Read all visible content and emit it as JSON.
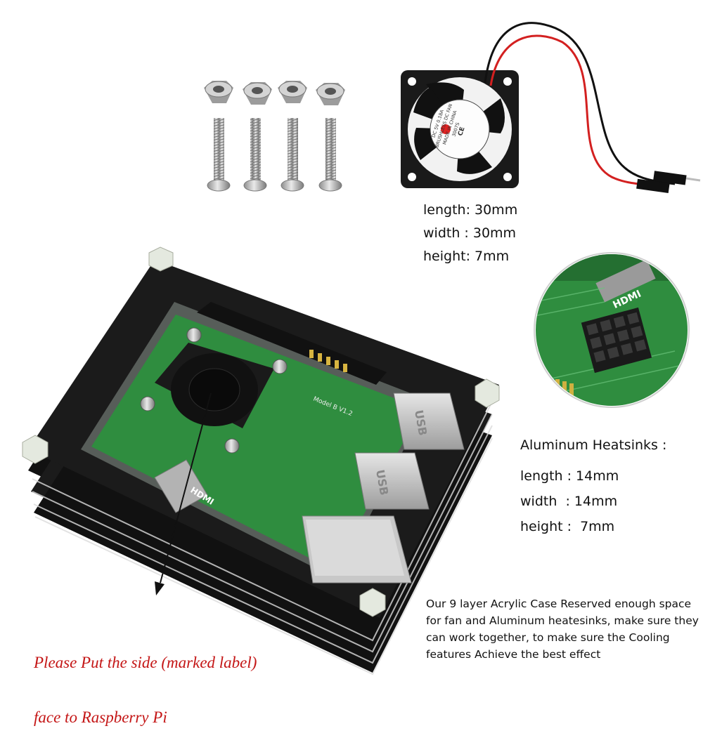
{
  "fan_label": {
    "lines": [
      "DC 5V 0.18A",
      "BRUSHLESS DC FAN",
      "MADE IN CHINA",
      "3007S",
      "CE"
    ]
  },
  "fan_specs": {
    "length": "length: 30mm",
    "width": "width : 30mm",
    "height": "height: 7mm"
  },
  "heatsink_specs": {
    "title": "Aluminum Heatsinks :",
    "length": "length : 14mm",
    "width": "width  : 14mm",
    "height": "height :  7mm"
  },
  "board_labels": {
    "hdmi": "HDMI",
    "usb1": "USB",
    "usb2": "USB",
    "model": "Model B V1.2"
  },
  "description": {
    "line1": "Our 9 layer  Acrylic Case Reserved enough space",
    "line2": "for fan and Aluminum heatesinks, make sure they",
    "line3": "can work together, to make sure the Cooling",
    "line4": "features  Achieve the best effect"
  },
  "note": {
    "line1": "Please Put the side (marked label)",
    "line2": "face to Raspberry Pi"
  },
  "colors": {
    "note_red": "#c41616",
    "pcb_green": "#2f8d3f",
    "acrylic_black": "#1b1b1b",
    "nut_silver": "#b8b8b8",
    "wire_red": "#d32020",
    "wire_black": "#111111"
  }
}
